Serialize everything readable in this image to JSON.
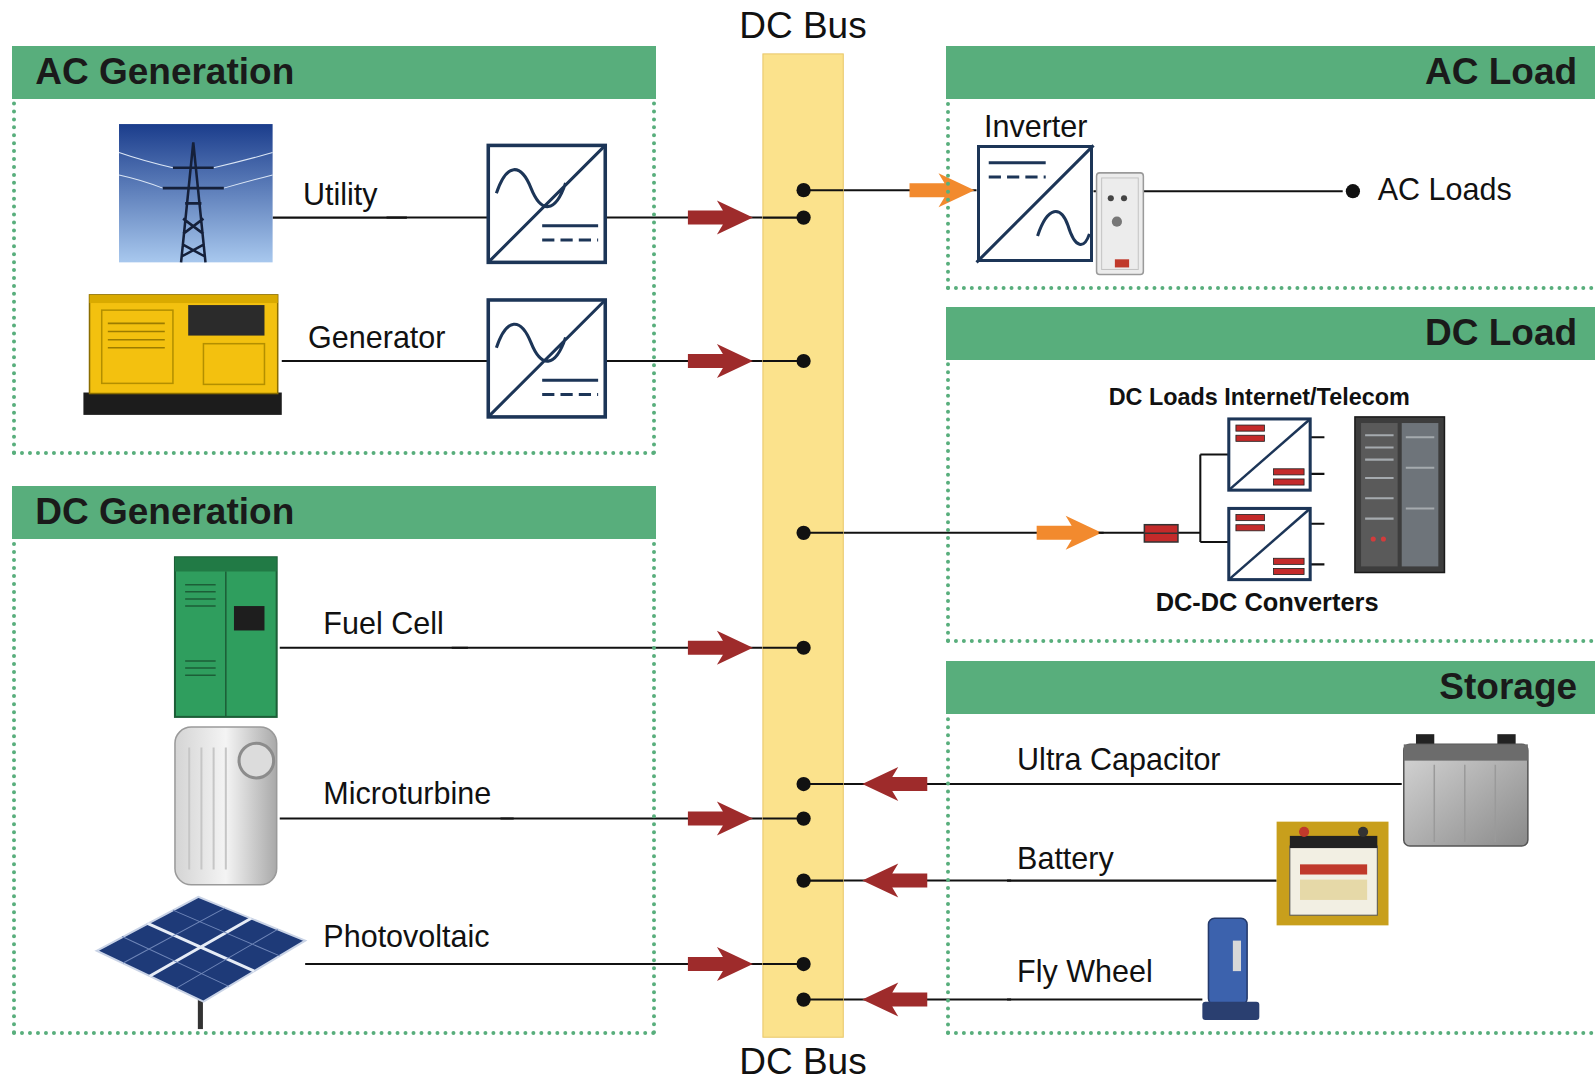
{
  "diagram": {
    "nodes": [
      {
        "text": [
          "AC Generation"
        ]
      },
      {
        "text": [
          "Utility"
        ],
        "in": 0
      },
      {
        "text": [
          "Generator"
        ],
        "in": 0
      },
      {
        "text": [
          "DC Generation"
        ]
      },
      {
        "text": [
          "Fuel Cell"
        ],
        "in": 3
      },
      {
        "text": [
          "Microturbine"
        ],
        "in": 3
      },
      {
        "text": [
          "Photovoltaic"
        ],
        "in": 3
      },
      {
        "text": [
          "DC Bus",
          "DC Bus"
        ]
      },
      {
        "text": [
          "AC Load"
        ]
      },
      {
        "text": [
          "Inverter"
        ],
        "in": 8
      },
      {
        "text": [
          "AC Loads"
        ],
        "in": 8
      },
      {
        "text": [
          "DC Load"
        ]
      },
      {
        "text": [
          "DC Loads Internet/Telecom",
          "DC-DC Converters"
        ],
        "in": 11
      },
      {
        "text": [
          "Storage"
        ]
      },
      {
        "text": [
          "Ultra Capacitor"
        ],
        "in": 13
      },
      {
        "text": [
          "Battery"
        ],
        "in": 13
      },
      {
        "text": [
          "Fly Wheel"
        ],
        "in": 13
      }
    ],
    "edges": [
      {
        "from": 1,
        "to": 7,
        "arrow": "to"
      },
      {
        "from": 2,
        "to": 7,
        "arrow": "to"
      },
      {
        "from": 4,
        "to": 7,
        "arrow": "to"
      },
      {
        "from": 5,
        "to": 7,
        "arrow": "to"
      },
      {
        "from": 6,
        "to": 7,
        "arrow": "to"
      },
      {
        "from": 7,
        "to": 9,
        "arrow": "to"
      },
      {
        "from": 9,
        "to": 10,
        "arrow": "none"
      },
      {
        "from": 7,
        "to": 12,
        "arrow": "to"
      },
      {
        "from": 14,
        "to": 7,
        "arrow": "to"
      },
      {
        "from": 15,
        "to": 7,
        "arrow": "to"
      },
      {
        "from": 16,
        "to": 7,
        "arrow": "to"
      }
    ]
  }
}
